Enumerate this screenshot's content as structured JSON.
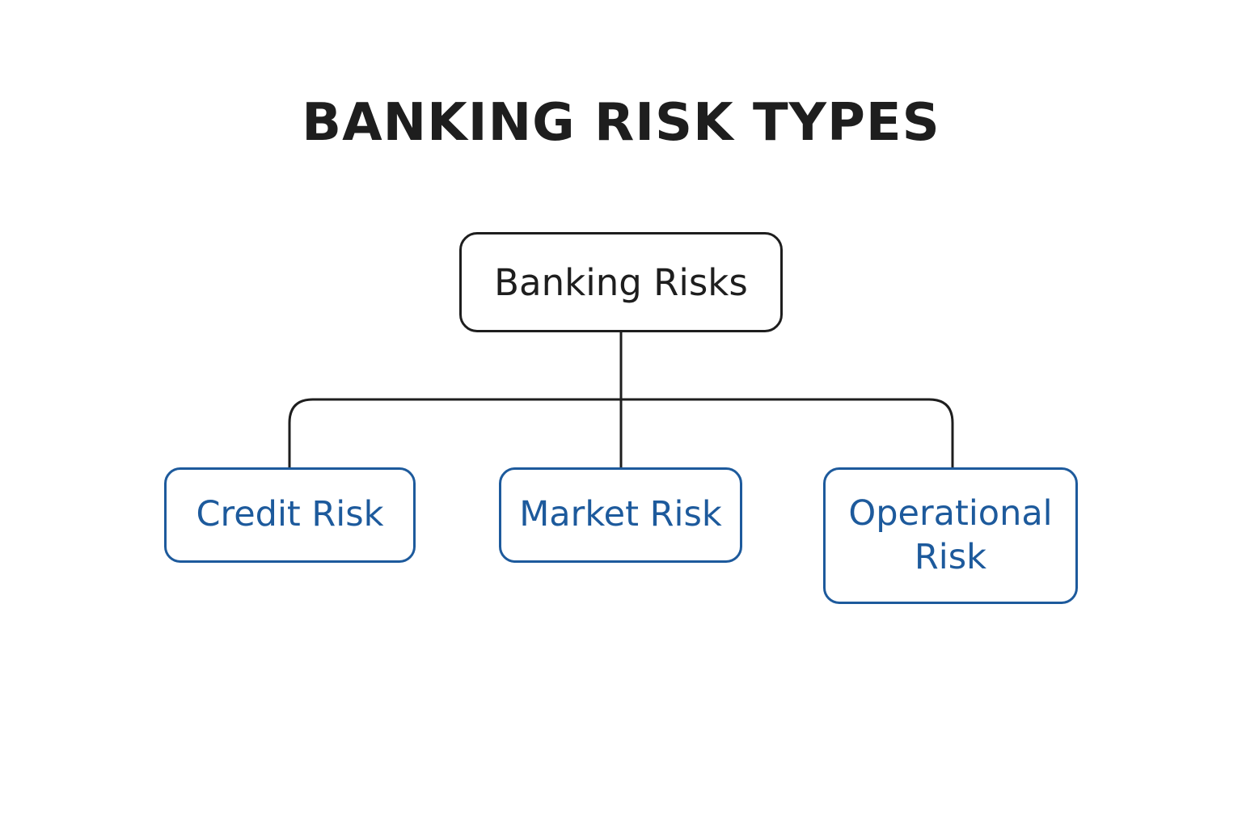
{
  "title": "BANKING RISK TYPES",
  "colors": {
    "root_border": "#1e1e1e",
    "child_border": "#1d5a9c",
    "child_text": "#1d5a9c",
    "connector": "#1e1e1e"
  },
  "root": {
    "label": "Banking Risks"
  },
  "children": [
    {
      "label": "Credit Risk"
    },
    {
      "label": "Market Risk"
    },
    {
      "label": "Operational Risk"
    }
  ]
}
